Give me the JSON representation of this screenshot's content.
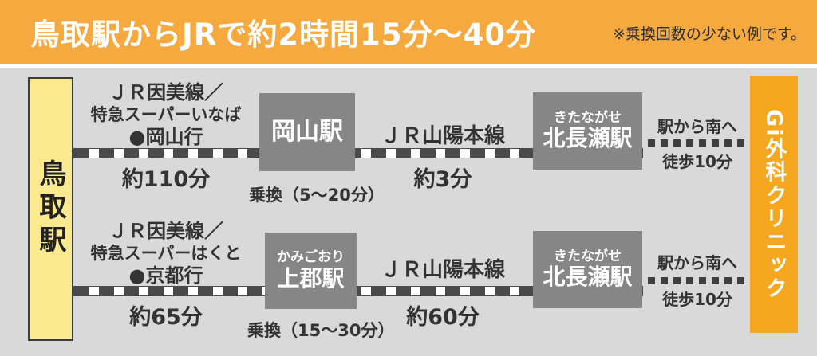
{
  "header": {
    "title": "鳥取駅からJRで約2時間15分～40分",
    "note": "※乗換回数の少ない例です。"
  },
  "origin": {
    "name": "鳥取駅"
  },
  "destination": {
    "name": "Gi外科クリニック"
  },
  "routes": [
    {
      "line1": {
        "name_row1": "ＪＲ因美線／",
        "name_row2": "特急スーパーいなば",
        "bound_for": "●岡山行",
        "duration": "約110分"
      },
      "transfer_station": {
        "name": "岡山駅",
        "transfer_note": "乗換（5～20分）"
      },
      "line2": {
        "name": "ＪＲ山陽本線",
        "duration": "約3分"
      },
      "arrival_station": {
        "furigana": "きたながせ",
        "name": "北長瀬駅"
      },
      "walk": {
        "direction": "駅から南へ",
        "duration": "徒歩10分"
      }
    },
    {
      "line1": {
        "name_row1": "ＪＲ因美線／",
        "name_row2": "特急スーパーはくと",
        "bound_for": "●京都行",
        "duration": "約65分"
      },
      "transfer_station": {
        "furigana": "かみごおり",
        "name": "上郡駅",
        "transfer_note": "乗換（15～30分）"
      },
      "line2": {
        "name": "ＪＲ山陽本線",
        "duration": "約60分"
      },
      "arrival_station": {
        "furigana": "きたながせ",
        "name": "北長瀬駅"
      },
      "walk": {
        "direction": "駅から南へ",
        "duration": "徒歩10分"
      }
    }
  ],
  "colors": {
    "header_bg": "#F6A93E",
    "clinic_bg": "#F5A71F",
    "origin_bg": "#FBE98F",
    "station_box_bg": "#868686",
    "background": "#D9D9D9",
    "rail_dark": "#4A4A4A",
    "text_dark": "#333333"
  }
}
